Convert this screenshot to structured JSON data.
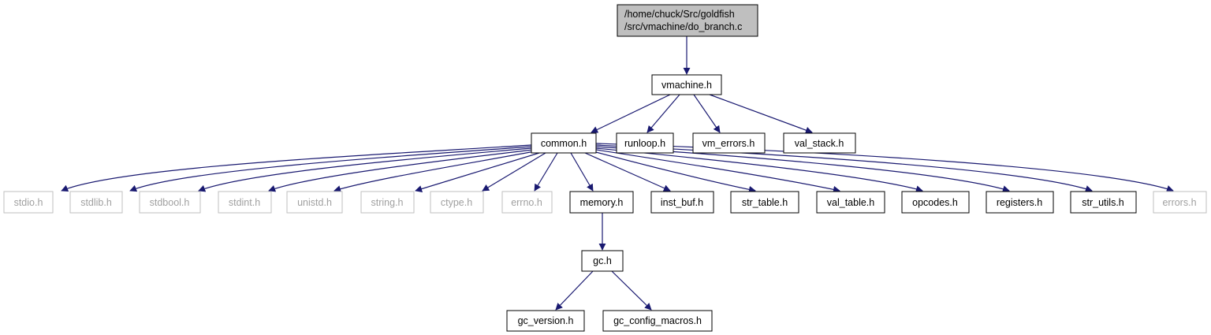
{
  "graph": {
    "root": {
      "line1": "/home/chuck/Src/goldfish",
      "line2": "/src/vmachine/do_branch.c"
    },
    "nodes": {
      "vmachine": "vmachine.h",
      "common": "common.h",
      "runloop": "runloop.h",
      "vm_errors": "vm_errors.h",
      "val_stack": "val_stack.h",
      "stdio": "stdio.h",
      "stdlib": "stdlib.h",
      "stdbool": "stdbool.h",
      "stdint": "stdint.h",
      "unistd": "unistd.h",
      "string": "string.h",
      "ctype": "ctype.h",
      "errno": "errno.h",
      "memory": "memory.h",
      "inst_buf": "inst_buf.h",
      "str_table": "str_table.h",
      "val_table": "val_table.h",
      "opcodes": "opcodes.h",
      "registers": "registers.h",
      "str_utils": "str_utils.h",
      "errors": "errors.h",
      "gc": "gc.h",
      "gc_version": "gc_version.h",
      "gc_config_macros": "gc_config_macros.h"
    },
    "colors": {
      "edge": "#191970",
      "node_border": "#000000",
      "external_border": "#bfbfbf",
      "root_fill": "#bfbfbf"
    }
  }
}
